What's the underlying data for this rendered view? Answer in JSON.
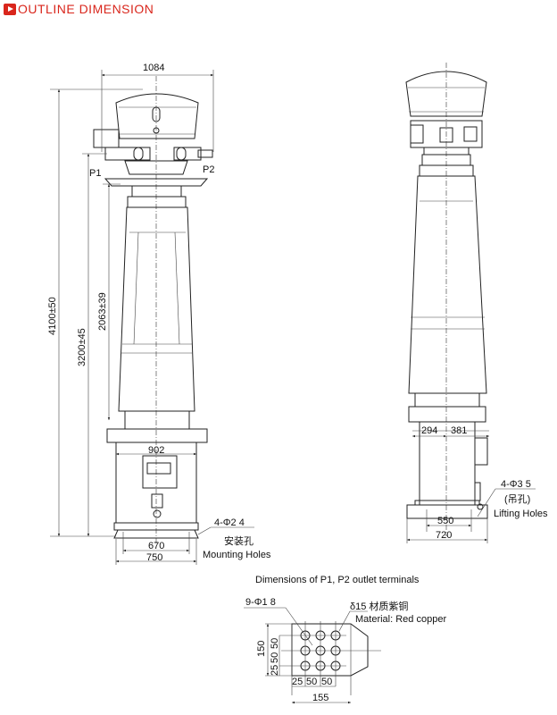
{
  "header": {
    "title": "OUTLINE DIMENSION",
    "icon": "play-icon",
    "color": "#d9261c"
  },
  "front_view": {
    "width_top": "1084",
    "terminal_p1": "P1",
    "terminal_p2": "P2",
    "total_height": "4100±50",
    "mid_height": "3200±45",
    "terminal_height": "2063±39",
    "box_width": "902",
    "mount_spacing": "670",
    "base_width": "750",
    "mounting_holes_spec": "4-Φ2 4",
    "mounting_holes_cn": "安装孔",
    "mounting_holes_en": "Mounting Holes"
  },
  "side_view": {
    "offset_left": "294",
    "offset_right": "381",
    "lift_spacing": "550",
    "base_width": "720",
    "lifting_holes_spec": "4-Φ3 5",
    "lifting_holes_cn": "(吊孔)",
    "lifting_holes_en": "Lifting Holes"
  },
  "terminal_detail": {
    "title": "Dimensions of P1, P2 outlet terminals",
    "holes_spec": "9-Φ1 8",
    "thickness_cn": "δ15 材质紫铜",
    "material_en": "Material: Red copper",
    "height": "150",
    "v_dims": [
      "25",
      "50",
      "50"
    ],
    "h_dims": [
      "25",
      "50",
      "50"
    ],
    "width": "155"
  }
}
